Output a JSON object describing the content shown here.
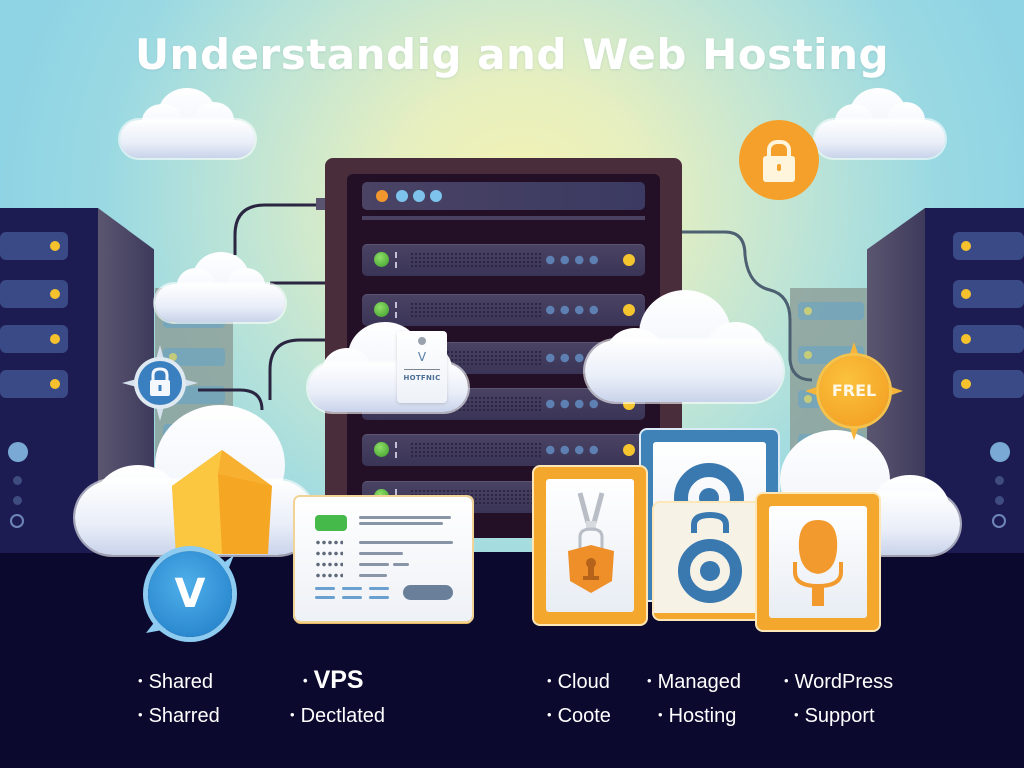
{
  "title": "Understandig and Web Hosting",
  "colors": {
    "sky_center": "#f4f2b2",
    "sky_edge": "#8fd4e4",
    "ground": "#0b0a2e",
    "accent_orange": "#f4a02b",
    "accent_blue": "#2f8fd8",
    "server_navy": "#1d1c52",
    "led_yellow": "#f5c22e",
    "led_green": "#3d9a2a"
  },
  "illustration": {
    "frel_badge_label": "FREL",
    "tag_letter": "V",
    "tag_label": "HOTFNIC",
    "v_badge_letter": "V",
    "icons": [
      "padlock-icon",
      "compass-padlock-icon",
      "shield-icon",
      "id-badge-padlock-icon",
      "open-padlock-icon",
      "microphone-icon"
    ]
  },
  "list": {
    "columns": [
      {
        "items": [
          "Shared",
          "Sharred"
        ]
      },
      {
        "items": [
          "VPS",
          "Dectlated"
        ]
      },
      {
        "items": [
          "Cloud",
          "Coote"
        ]
      },
      {
        "items": [
          "Managed",
          "Hosting"
        ]
      },
      {
        "items": [
          "WordPress",
          "Support"
        ]
      }
    ]
  }
}
